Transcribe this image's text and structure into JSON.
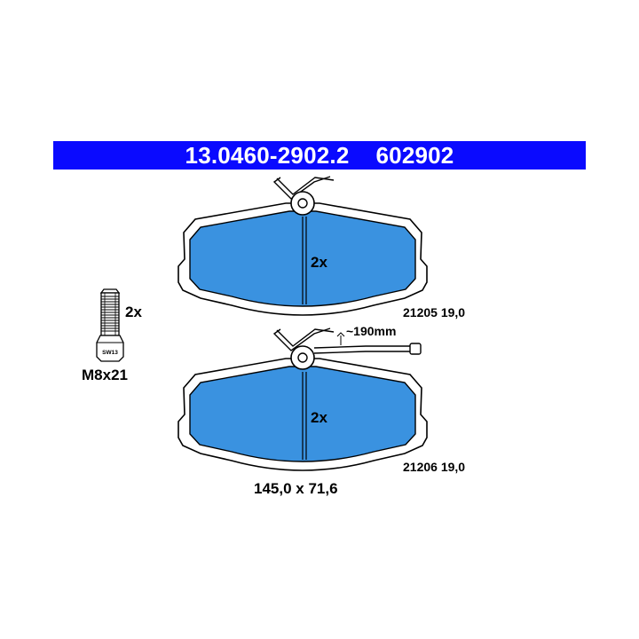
{
  "header": {
    "part_number": "13.0460-2902.2",
    "reference_number": "602902",
    "background_color": "#0a0aff",
    "text_color": "#ffffff"
  },
  "pad_fill_color": "#3a92e0",
  "pad_upper": {
    "quantity": "2x",
    "spec": "21205 19,0"
  },
  "pad_lower": {
    "quantity": "2x",
    "spec": "21206 19,0",
    "sensor_length": "~190mm",
    "dimensions": "145,0 x 71,6"
  },
  "bolt": {
    "quantity": "2x",
    "wrench_size": "SW13",
    "size": "M8x21"
  }
}
